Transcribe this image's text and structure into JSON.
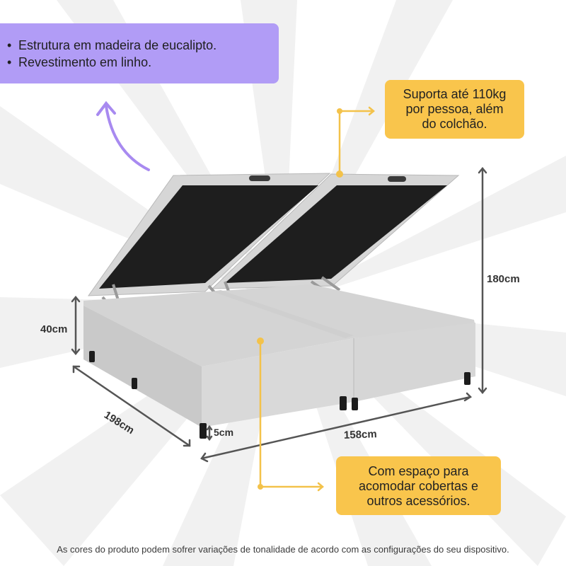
{
  "features": {
    "items": [
      "Estrutura em madeira de eucalipto.",
      "Revestimento em linho."
    ]
  },
  "callouts": {
    "weight": [
      "Suporta até 110kg",
      "por pessoa, além",
      "do colchão."
    ],
    "space": [
      "Com espaço para",
      "acomodar cobertas e",
      "outros acessórios."
    ]
  },
  "dimensions": {
    "height_base": "40cm",
    "height_total": "180cm",
    "length": "198cm",
    "width": "158cm",
    "feet": "5cm"
  },
  "footer": {
    "note": "As cores do produto podem sofrer variações de tonalidade de acordo com as configurações do seu dispositivo."
  },
  "colors": {
    "purple": "#b19cf6",
    "yellow": "#f9c54c",
    "fabric": "#d2d2d2",
    "interior": "#202020"
  }
}
